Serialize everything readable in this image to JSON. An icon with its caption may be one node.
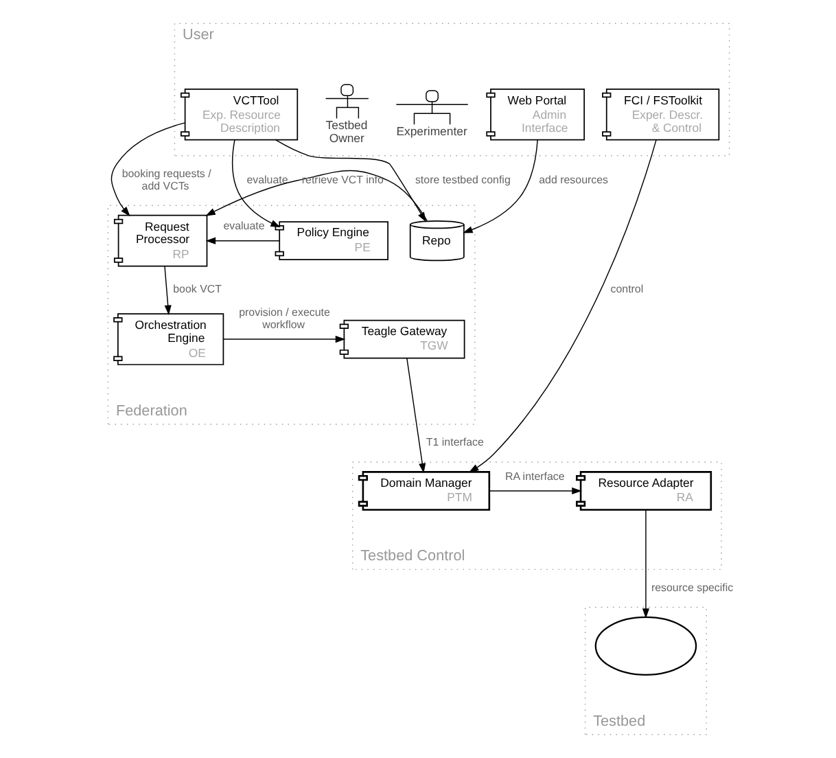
{
  "diagram": {
    "nodes": [
      {
        "text": [
          "User"
        ]
      },
      {
        "text": [
          "FCI / FSToolkit",
          "Exper. Descr. & Control"
        ],
        "in": 0
      },
      {
        "text": [
          "VCTTool",
          "Exp. Resource Description"
        ],
        "in": 0
      },
      {
        "text": [
          "Experimenter"
        ],
        "in": 0
      },
      {
        "text": [
          "Testbed Owner"
        ],
        "in": 0
      },
      {
        "text": [
          "Web Portal",
          "Admin Interface"
        ],
        "in": 0
      },
      {
        "text": [
          "Federation"
        ]
      },
      {
        "text": [
          "Policy Engine",
          "PE"
        ],
        "in": 6
      },
      {
        "text": [
          "Request Processor",
          "RP"
        ],
        "in": 6
      },
      {
        "text": [
          "Repo"
        ],
        "in": 6
      },
      {
        "text": [
          "Teagle Gateway",
          "TGW"
        ],
        "in": 6
      },
      {
        "text": [
          "Orchestration Engine",
          "OE"
        ],
        "in": 6
      },
      {
        "text": [
          "Testbed Control"
        ]
      },
      {
        "text": [
          "Domain Manager",
          "PTM"
        ],
        "in": 12
      },
      {
        "text": [
          "Resource Adapter",
          "RA"
        ],
        "in": 12
      },
      {
        "text": [
          "Testbed"
        ]
      },
      {
        "text": [],
        "shape": "cloud",
        "in": 15
      }
    ],
    "edges": [
      {
        "from": 1,
        "to": 13,
        "arrow": "to",
        "label": "control"
      },
      {
        "from": 2,
        "to": 7,
        "arrow": "to",
        "label": "evaluate"
      },
      {
        "from": 2,
        "to": 8,
        "arrow": "to",
        "label": "booking requests / add VCTs"
      },
      {
        "from": 2,
        "to": 9,
        "arrow": "to",
        "label": "store testbed config"
      },
      {
        "from": 5,
        "to": 9,
        "arrow": "to",
        "label": "add resources"
      },
      {
        "from": 7,
        "to": 8,
        "arrow": "to",
        "label": "evaluate"
      },
      {
        "from": 9,
        "to": 8,
        "arrow": "to",
        "label": "retrieve VCT info"
      },
      {
        "from": 8,
        "to": 11,
        "arrow": "to",
        "label": "book VCT"
      },
      {
        "from": 11,
        "to": 10,
        "arrow": "to",
        "label": "provision / execute workflow"
      },
      {
        "from": 10,
        "to": 13,
        "arrow": "to",
        "label": "T1 interface"
      },
      {
        "from": 13,
        "to": 14,
        "arrow": "to",
        "label": "RA interface"
      },
      {
        "from": 14,
        "to": 16,
        "arrow": "to",
        "label": "resource specific"
      }
    ]
  }
}
